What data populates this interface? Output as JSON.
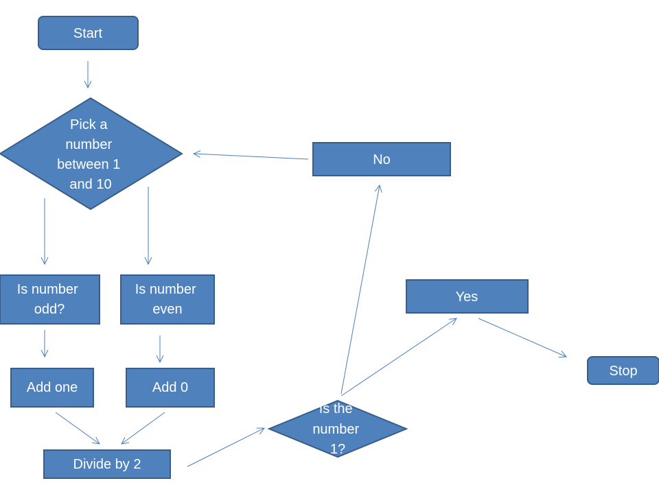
{
  "nodes": {
    "start": "Start",
    "pick": [
      "Pick a",
      "number",
      "between 1",
      "and 10"
    ],
    "no": "No",
    "odd": [
      "Is number",
      "odd?"
    ],
    "even": [
      "Is number",
      "even"
    ],
    "yes": "Yes",
    "add_one": "Add one",
    "add_zero": "Add 0",
    "stop": "Stop",
    "divide": "Divide by 2",
    "is_one": [
      "Is the",
      "number",
      "1?"
    ]
  },
  "colors": {
    "fill": "#4f81bd",
    "border": "#385d8a",
    "arrow": "#4a7ebb",
    "text": "#ffffff"
  }
}
